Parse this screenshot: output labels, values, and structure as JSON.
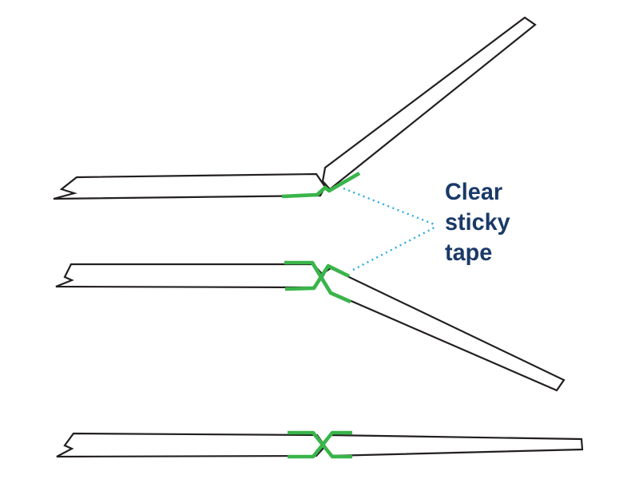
{
  "annotation": {
    "full_text": "Clear sticky tape",
    "lines": [
      "Clear",
      "sticky",
      "tape"
    ]
  },
  "colors": {
    "outline": "#231f20",
    "tape_green": "#39b54a",
    "callout_blue": "#29abe2",
    "text_navy": "#1a3a67",
    "background": "#ffffff"
  },
  "diagram": {
    "type": "instructional-diagram",
    "steps": [
      {
        "id": "step-1",
        "parts": [
          "left-paper-strip",
          "right-paper-strip-angled-up",
          "tape-under-joint"
        ]
      },
      {
        "id": "step-2",
        "parts": [
          "left-paper-strip",
          "right-paper-strip-angled-down",
          "tape-both-sides-of-joint"
        ]
      },
      {
        "id": "step-3",
        "parts": [
          "left-paper-strip",
          "right-paper-strip-flat",
          "tape-x-pattern-at-joint"
        ]
      }
    ]
  }
}
